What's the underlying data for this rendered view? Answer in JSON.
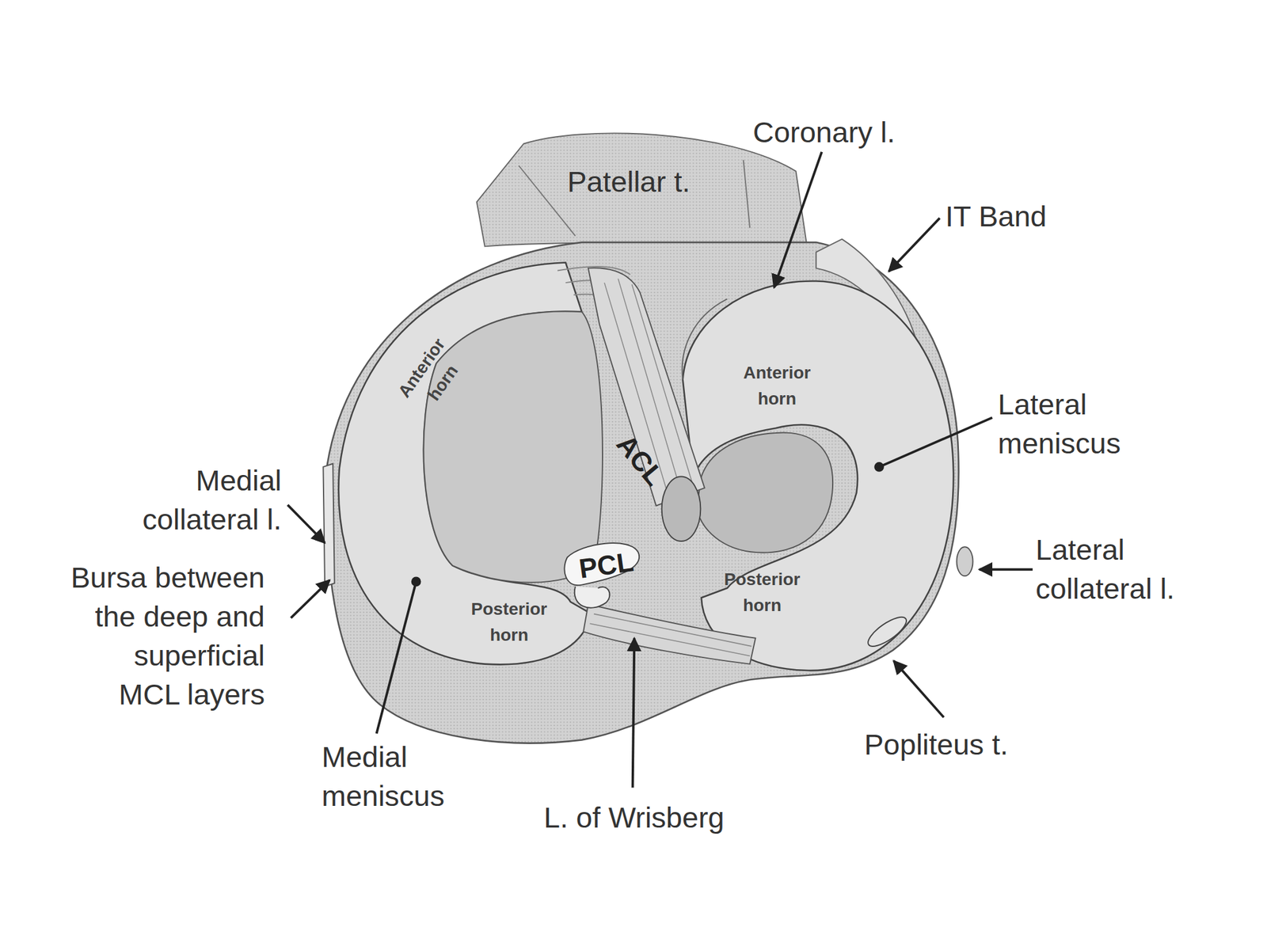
{
  "diagram": {
    "labels": [
      "Coronary l.",
      "Patellar t.",
      "IT Band",
      "Anterior horn",
      "Anterior horn",
      "Lateral meniscus",
      "Medial collateral l.",
      "ACL",
      "PCL",
      "Bursa between the deep and superficial MCL layers",
      "Posterior horn",
      "Posterior horn",
      "Lateral collateral l.",
      "Popliteus t.",
      "Medial meniscus",
      "L. of Wrisberg"
    ]
  }
}
